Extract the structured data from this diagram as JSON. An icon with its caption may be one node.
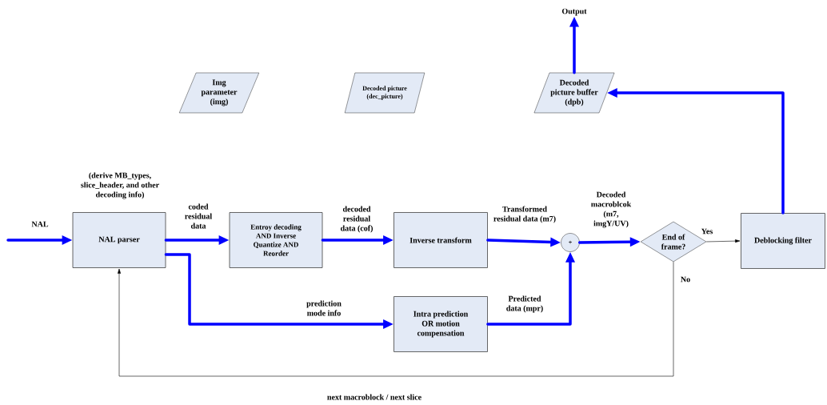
{
  "diagram": {
    "nodes": [
      {
        "text": [
          "Img parameter (img)"
        ]
      },
      {
        "text": [
          "Decoded picture (dec_picture)"
        ]
      },
      {
        "text": [
          "Decoded picture buffer (dpb)"
        ]
      },
      {
        "text": [
          "Output"
        ]
      },
      {
        "text": [
          "NAL parser"
        ],
        "beside": [
          "(derive MB_types, slice_header, and other decoding info)"
        ]
      },
      {
        "text": [
          "Entroy decoding AND Inverse Quantize AND Reorder"
        ]
      },
      {
        "text": [
          "Inverse transform"
        ]
      },
      {
        "text": [
          "Intra prediction OR motion compensation"
        ]
      },
      {
        "text": [
          "+"
        ]
      },
      {
        "text": [
          "End of frame?"
        ]
      },
      {
        "text": [
          "Deblocking filter"
        ]
      }
    ],
    "edges": [
      {
        "from": null,
        "to": 4,
        "arrow": "to",
        "label": "NAL"
      },
      {
        "from": 4,
        "to": 5,
        "arrow": "to",
        "label": "coded residual data"
      },
      {
        "from": 4,
        "to": 7,
        "arrow": "to",
        "label": "prediction mode info"
      },
      {
        "from": 5,
        "to": 6,
        "arrow": "to",
        "label": "decoded residual data (cof)"
      },
      {
        "from": 6,
        "to": 8,
        "arrow": "to",
        "label": "Transformed residual data (m7)"
      },
      {
        "from": 7,
        "to": 8,
        "arrow": "to",
        "label": "Predicted data (mpr)"
      },
      {
        "from": 8,
        "to": 9,
        "arrow": "to",
        "label": "Decoded macroblcok (m7, imgY/UV)"
      },
      {
        "from": 9,
        "to": 10,
        "arrow": "to",
        "label": "Yes",
        "color": "#000000"
      },
      {
        "from": 9,
        "to": 4,
        "arrow": "to",
        "label": "No",
        "color": "#000000"
      },
      {
        "from": 10,
        "to": 2,
        "arrow": "to"
      },
      {
        "from": 2,
        "to": 3,
        "arrow": "to"
      }
    ],
    "labels": [
      "next macroblock / next slice"
    ]
  }
}
